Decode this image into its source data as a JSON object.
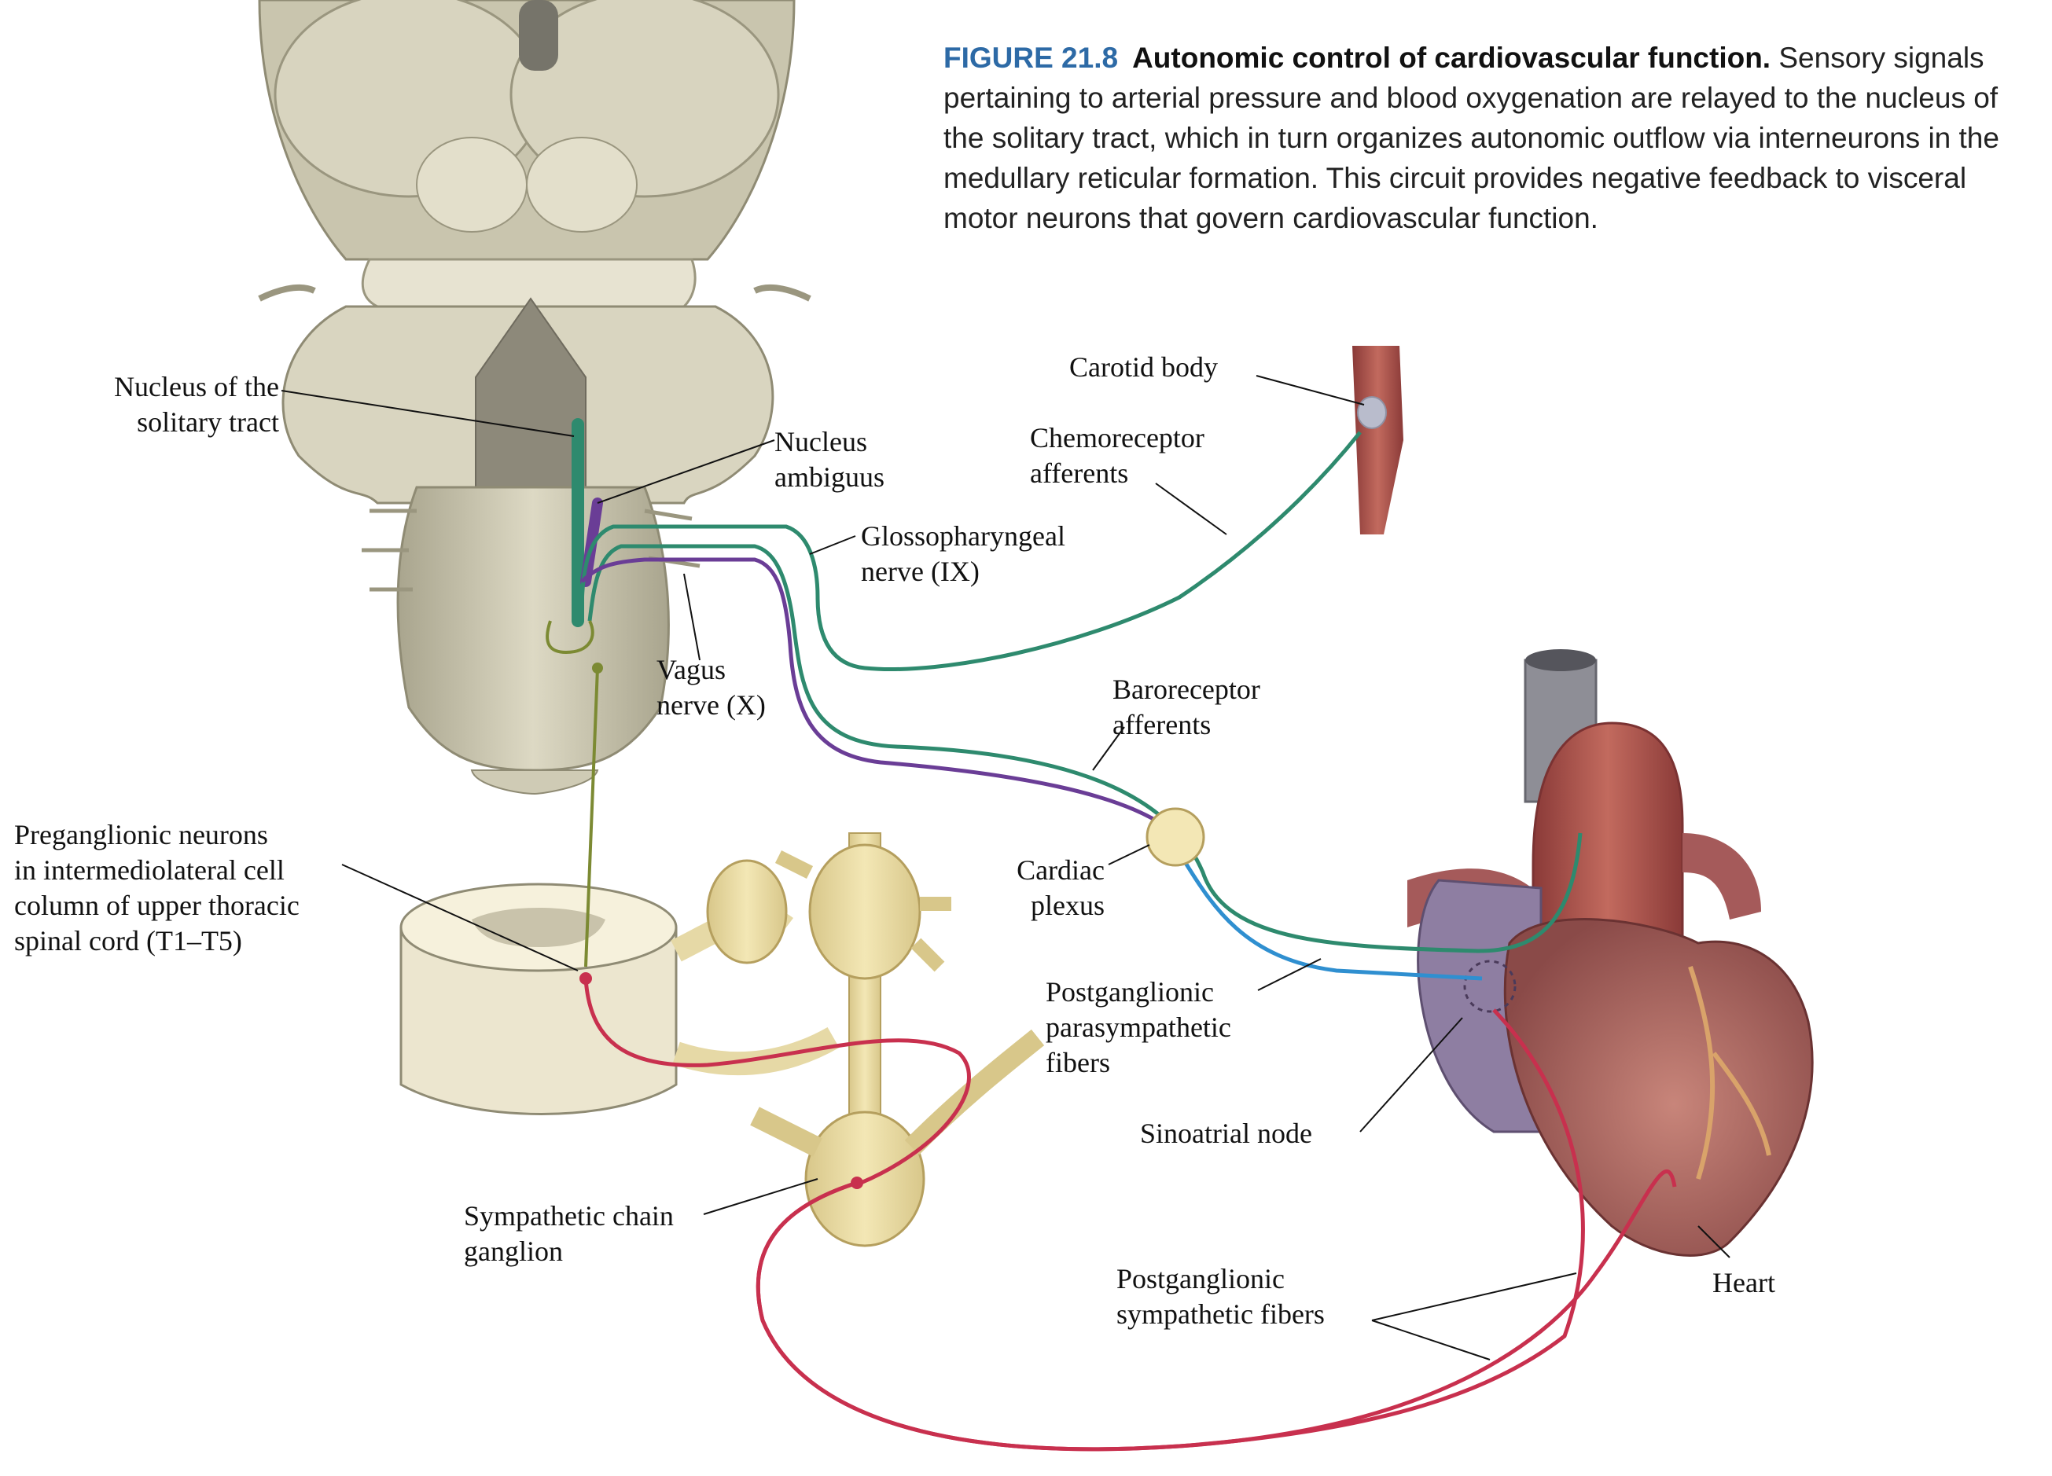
{
  "caption": {
    "figure_number": "FIGURE 21.8",
    "title": "Autonomic control of cardiovascular function.",
    "body": "Sensory signals pertaining to arterial pressure and blood oxygenation are relayed to the nucleus of the solitary tract, which in turn organizes autonomic outflow via interneurons in the medullary reticular formation. This circuit provides negative feedback to visceral motor neurons that govern cardiovascular function."
  },
  "labels": {
    "nucleus_solitary_tract": [
      "Nucleus of the",
      "solitary tract"
    ],
    "nucleus_ambiguus": [
      "Nucleus",
      "ambiguus"
    ],
    "glossopharyngeal_nerve": [
      "Glossopharyngeal",
      "nerve (IX)"
    ],
    "vagus_nerve": [
      "Vagus",
      "nerve (X)"
    ],
    "carotid_body": [
      "Carotid body"
    ],
    "chemoreceptor_afferents": [
      "Chemoreceptor",
      "afferents"
    ],
    "baroreceptor_afferents": [
      "Baroreceptor",
      "afferents"
    ],
    "cardiac_plexus": [
      "Cardiac",
      "plexus"
    ],
    "preganglionic_neurons": [
      "Preganglionic neurons",
      "in intermediolateral cell",
      "column of upper thoracic",
      "spinal cord (T1–T5)"
    ],
    "postganglionic_parasympathetic": [
      "Postganglionic",
      "parasympathetic",
      "fibers"
    ],
    "sinoatrial_node": [
      "Sinoatrial node"
    ],
    "sympathetic_chain_ganglion": [
      "Sympathetic chain",
      "ganglion"
    ],
    "postganglionic_sympathetic": [
      "Postganglionic",
      "sympathetic fibers"
    ],
    "heart": [
      "Heart"
    ]
  },
  "colors": {
    "sensory_afferent": "#2e8a6e",
    "parasympathetic_preganglionic": "#6a3d96",
    "parasympathetic_postganglionic": "#2f8fd0",
    "sympathetic": "#c8304e",
    "interneuron": "#7c8a33",
    "caption_accent": "#2d6aa6"
  }
}
